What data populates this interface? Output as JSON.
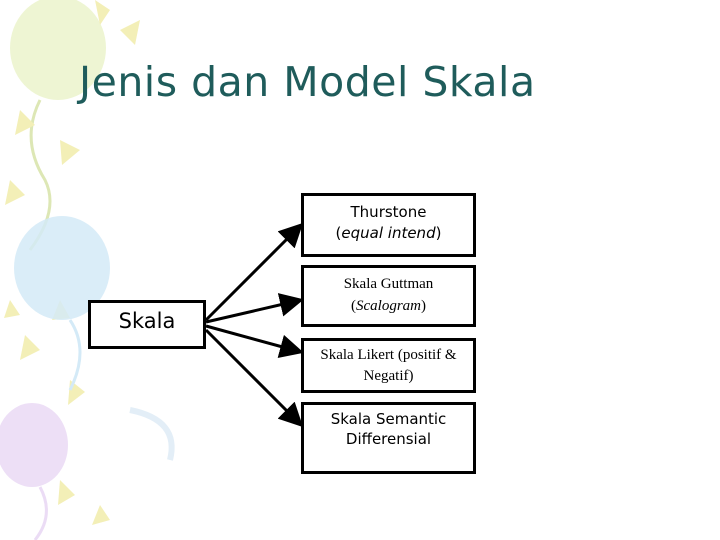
{
  "slide": {
    "title": "Jenis dan Model Skala"
  },
  "diagram": {
    "root": {
      "label": "Skala"
    },
    "children": [
      {
        "line1": "Thurstone",
        "line2": "(equal intend)"
      },
      {
        "line1": "Skala Guttman",
        "line2": "(Scalogram)"
      },
      {
        "line1": "Skala Likert (positif &",
        "line2": "Negatif)"
      },
      {
        "line1": "Skala Semantic",
        "line2": "Differensial"
      }
    ]
  },
  "colors": {
    "title": "#1f5c5b",
    "box_border": "#000000",
    "balloon_blue": "#cfe6f5",
    "balloon_yellow": "#f7f2b8",
    "balloon_purple": "#e6d5f3"
  }
}
